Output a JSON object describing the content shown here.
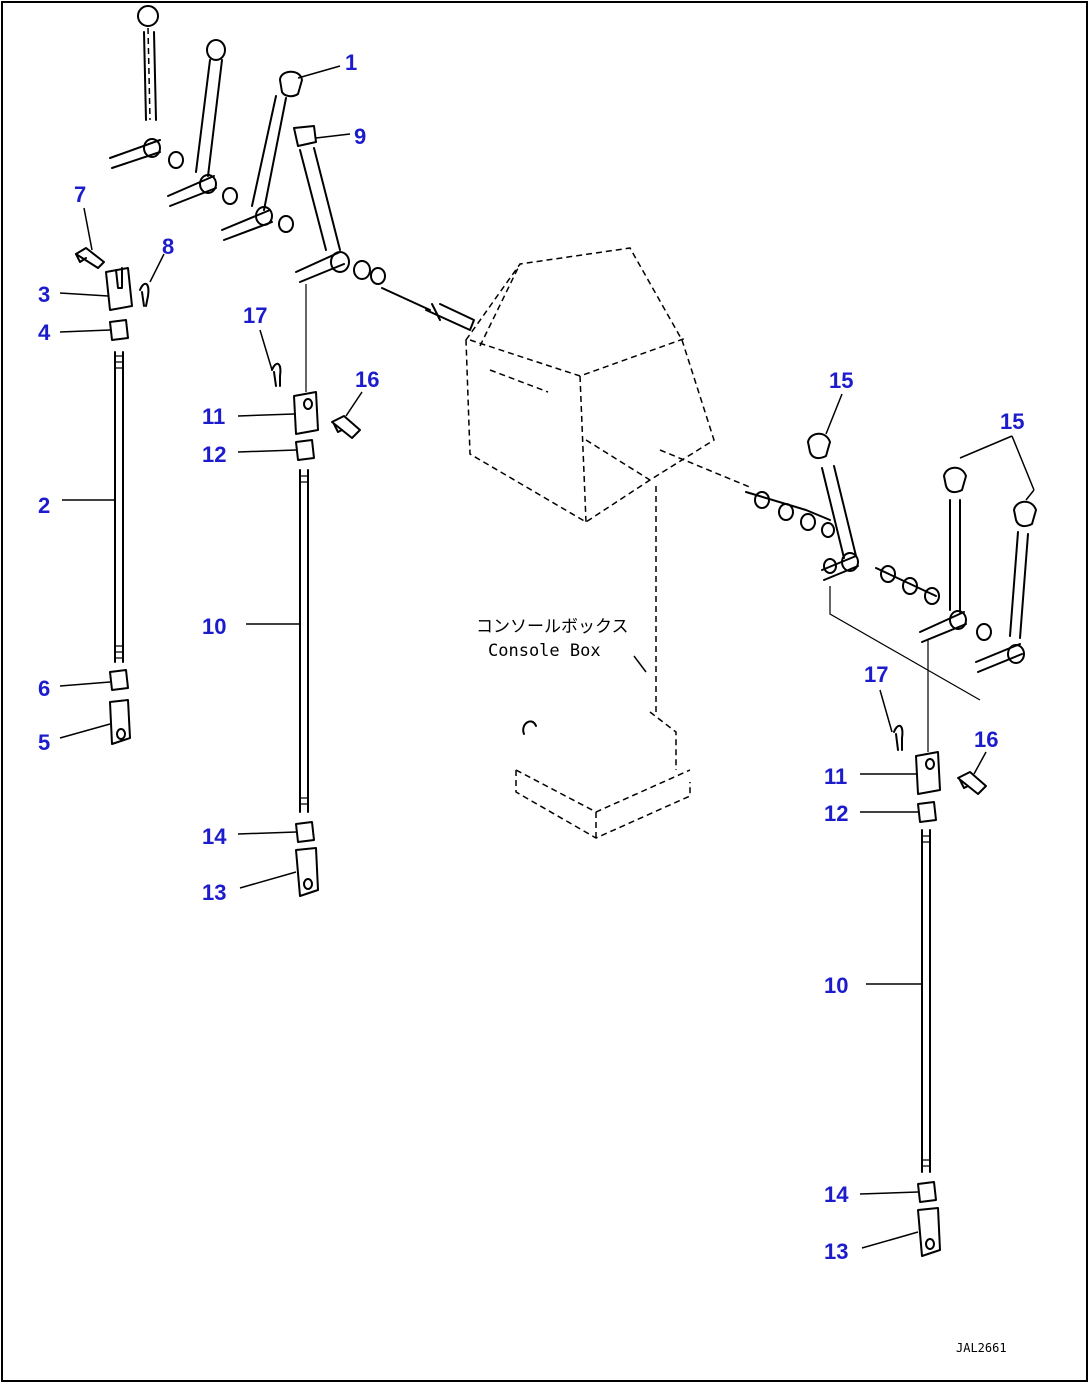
{
  "callouts": [
    {
      "id": "c1",
      "number": "1"
    },
    {
      "id": "c9",
      "number": "9"
    },
    {
      "id": "c7",
      "number": "7"
    },
    {
      "id": "c8",
      "number": "8"
    },
    {
      "id": "c3",
      "number": "3"
    },
    {
      "id": "c4",
      "number": "4"
    },
    {
      "id": "c2",
      "number": "2"
    },
    {
      "id": "c6",
      "number": "6"
    },
    {
      "id": "c5",
      "number": "5"
    },
    {
      "id": "c17a",
      "number": "17"
    },
    {
      "id": "c16a",
      "number": "16"
    },
    {
      "id": "c11a",
      "number": "11"
    },
    {
      "id": "c12a",
      "number": "12"
    },
    {
      "id": "c10a",
      "number": "10"
    },
    {
      "id": "c14a",
      "number": "14"
    },
    {
      "id": "c13a",
      "number": "13"
    },
    {
      "id": "c15a",
      "number": "15"
    },
    {
      "id": "c15b",
      "number": "15"
    },
    {
      "id": "c17b",
      "number": "17"
    },
    {
      "id": "c16b",
      "number": "16"
    },
    {
      "id": "c11b",
      "number": "11"
    },
    {
      "id": "c12b",
      "number": "12"
    },
    {
      "id": "c10b",
      "number": "10"
    },
    {
      "id": "c14b",
      "number": "14"
    },
    {
      "id": "c13b",
      "number": "13"
    }
  ],
  "console_label": {
    "japanese": "コンソールボックス",
    "english": "Console Box"
  },
  "drawing_code": "JAL2661",
  "colors": {
    "callout": "#1c1ccc",
    "lines": "#000000",
    "background": "#ffffff"
  }
}
